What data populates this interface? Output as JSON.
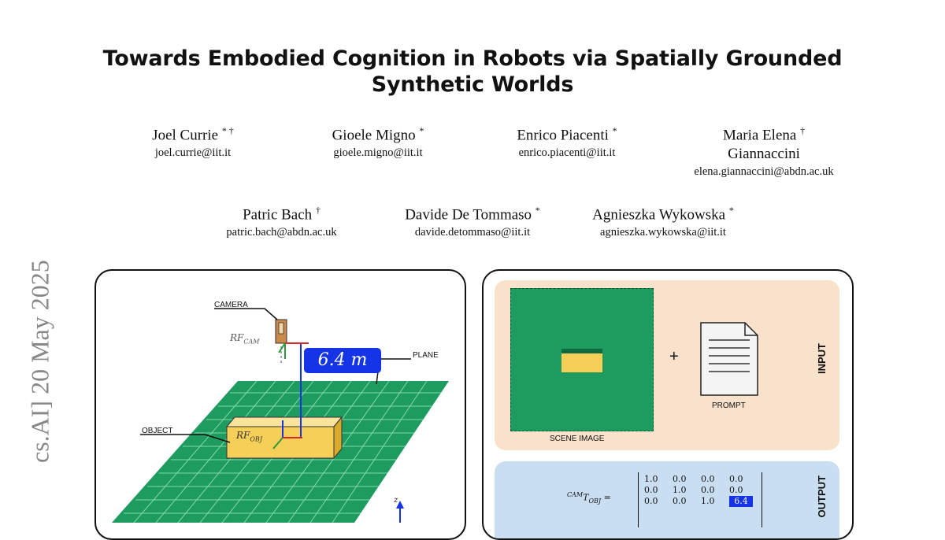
{
  "arxiv_stamp": "cs.AI]  20 May 2025",
  "title_line1": "Towards Embodied Cognition in Robots via Spatially Grounded",
  "title_line2": "Synthetic Worlds",
  "authors": [
    {
      "name": "Joel Currie",
      "marks": "* †",
      "email": "joel.currie@iit.it"
    },
    {
      "name": "Gioele Migno",
      "marks": "*",
      "email": "gioele.migno@iit.it"
    },
    {
      "name": "Enrico Piacenti",
      "marks": "*",
      "email": "enrico.piacenti@iit.it"
    },
    {
      "name": "Maria Elena",
      "name2": "Giannaccini",
      "marks": "†",
      "email": "elena.giannaccini@abdn.ac.uk"
    },
    {
      "name": "Patric Bach",
      "marks": "†",
      "email": "patric.bach@abdn.ac.uk"
    },
    {
      "name": "Davide De Tommaso",
      "marks": "*",
      "email": "davide.detommaso@iit.it"
    },
    {
      "name": "Agnieszka Wykowska",
      "marks": "*",
      "email": "agnieszka.wykowska@iit.it"
    }
  ],
  "figure_left": {
    "camera_label": "CAMERA",
    "plane_label": "PLANE",
    "object_label": "OBJECT",
    "rf_cam": "RF",
    "rf_cam_sub": "CAM",
    "rf_obj": "RF",
    "rf_obj_sub": "OBJ",
    "distance": "6.4 m",
    "axis_z": "z"
  },
  "figure_right": {
    "scene_image_label": "SCENE IMAGE",
    "plus": "+",
    "prompt_label": "PROMPT",
    "input_label": "INPUT",
    "output_label": "OUTPUT",
    "matrix_lhs_sup": "CAM",
    "matrix_lhs": "T",
    "matrix_lhs_sub": "OBJ",
    "matrix_eq": "=",
    "matrix_rows": [
      [
        "1.0",
        "0.0",
        "0.0",
        "0.0"
      ],
      [
        "0.0",
        "1.0",
        "0.0",
        "0.0"
      ],
      [
        "0.0",
        "0.0",
        "1.0",
        "6.4"
      ]
    ],
    "colors": {
      "input_bg": "#f8e2cc",
      "output_bg": "#c9dff1",
      "plane_green": "#1e9b5e",
      "object_yellow": "#f5cf57",
      "highlight_blue": "#1434e6"
    }
  }
}
